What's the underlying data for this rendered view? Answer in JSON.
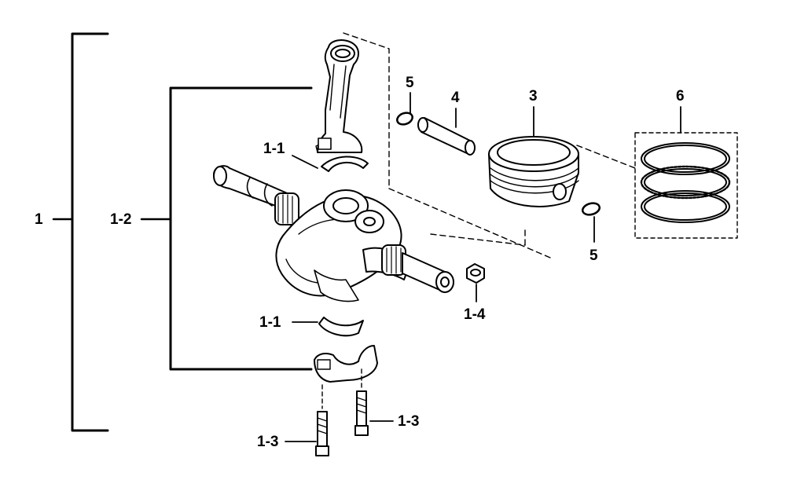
{
  "labels": {
    "assembly": "1",
    "subassembly": "1-2",
    "bearing_upper": "1-1",
    "bearing_lower": "1-1",
    "bolt_left": "1-3",
    "bolt_right": "1-3",
    "nut": "1-4",
    "piston": "3",
    "piston_pin": "4",
    "circlip_upper": "5",
    "circlip_lower": "5",
    "piston_rings": "6"
  }
}
